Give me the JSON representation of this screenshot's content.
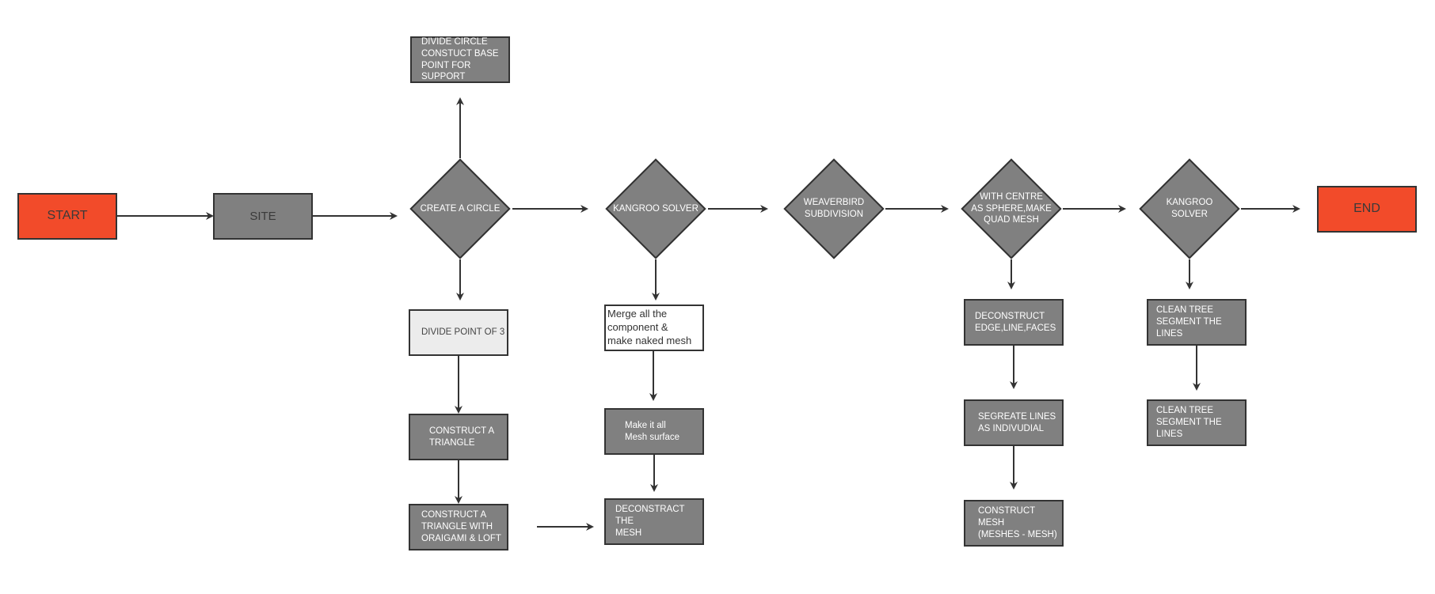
{
  "diagram": {
    "colors": {
      "terminal": "#f24b2a",
      "box": "#808080",
      "light_box": "#ececec",
      "stroke": "#333333"
    },
    "start": "START",
    "site": "SITE",
    "end": "END",
    "decisions": {
      "create_circle": "CREATE A CIRCLE",
      "kangroo_solver_1": "KANGROO SOLVER",
      "weaverbird": "WEAVERBIRD\nSUBDIVISION",
      "sphere_quad": "WITH CENTRE\nAS SPHERE,MAKE\nQUAD MESH",
      "kangroo_solver_2": "KANGROO\nSOLVER"
    },
    "boxes": {
      "divide_circle": "DIVIDE CIRCLE\nCONSTUCT BASE\nPOINT FOR SUPPORT",
      "divide_point": "DIVIDE POINT OF 3",
      "construct_triangle": "CONSTRUCT A\nTRIANGLE",
      "construct_triangle_loft": "CONSTRUCT A\nTRIANGLE WITH\nORAIGAMI & LOFT",
      "merge_component": "Merge all the\n component &\nmake naked mesh",
      "mesh_surface": "Make it all\nMesh surface",
      "deconstract_mesh": "DECONSTRACT THE\nMESH",
      "deconstruct_edge": "DECONSTRUCT\nEDGE,LINE,FACES",
      "segreate_lines": "SEGREATE LINES\nAS INDIVUDIAL",
      "construct_mesh": "CONSTRUCT MESH\n(MESHES - MESH)",
      "clean_tree_1": "CLEAN TREE\nSEGMENT THE LINES",
      "clean_tree_2": "CLEAN TREE\nSEGMENT THE LINES"
    }
  }
}
